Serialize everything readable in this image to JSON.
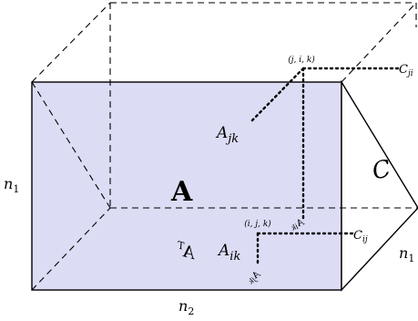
{
  "labels": {
    "big_A": "A",
    "C": "C",
    "n1_left": "n",
    "n1_left_sub": "1",
    "n1_right": "n",
    "n1_right_sub": "1",
    "n2_bottom": "n",
    "n2_bottom_sub": "2",
    "jik_coord": "(j, i, k)",
    "ijk_coord": "(i, j, k)",
    "A_jk": "A",
    "A_jk_sub": "jk",
    "A_ik": "A",
    "A_ik_sub": "ik",
    "C_ji": "C",
    "C_ji_sub": "ji",
    "C_ij": "C",
    "C_ij_sub": "ij",
    "A_ik_mirror": "A",
    "A_ik_mirror_sub": "ik",
    "AT": "A",
    "AT_sup": "T",
    "A_jk_mirror": "A",
    "A_jk_mirror_sub": "jk"
  },
  "colors": {
    "face_fill": "#dcdcf5",
    "stroke": "#000000"
  }
}
